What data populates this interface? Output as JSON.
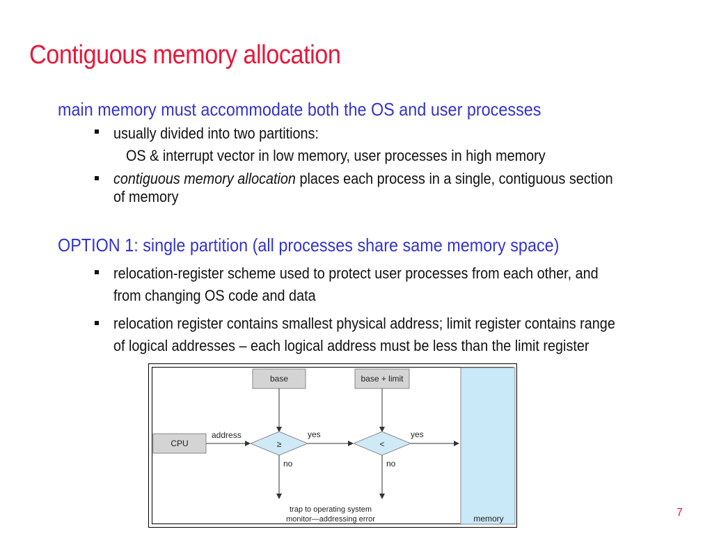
{
  "title": "Contiguous memory allocation",
  "section1": {
    "heading": "main memory must accommodate both the OS and user processes",
    "bullet1": "usually divided into two partitions:",
    "bullet1_sub": "OS & interrupt vector in low memory, user processes in high memory",
    "bullet2_italic": "contiguous memory allocation",
    "bullet2_rest": " places each process in a single, contiguous section",
    "bullet2_line2": "of memory"
  },
  "section2": {
    "heading": "OPTION 1: single partition (all processes share same memory space)",
    "bullet1_line1": "relocation-register scheme used to protect user processes from each other, and",
    "bullet1_line2": "from changing OS code and data",
    "bullet2_line1": "relocation register contains smallest physical address; limit register contains range",
    "bullet2_line2": "of logical addresses – each logical address must be less than the limit register"
  },
  "diagram": {
    "cpu": "CPU",
    "base": "base",
    "base_limit": "base + limit",
    "address": "address",
    "gte": "≥",
    "lt": "<",
    "yes1": "yes",
    "yes2": "yes",
    "no1": "no",
    "no2": "no",
    "trap_line1": "trap to operating system",
    "trap_line2": "monitor—addressing error",
    "memory": "memory",
    "colors": {
      "box_fill": "#d4d4d4",
      "diamond_fill": "#cfe9f7",
      "memory_fill": "#c9e8f8"
    }
  },
  "page_number": "7",
  "colors": {
    "title": "#e8173a",
    "heading": "#3333cc",
    "body": "#111111"
  }
}
